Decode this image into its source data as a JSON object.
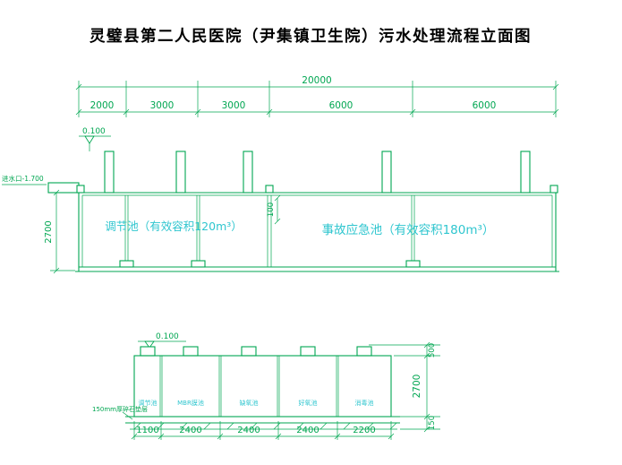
{
  "title": "灵璧县第二人民医院（尹集镇卫生院）污水处理流程立面图",
  "colors": {
    "line_green": "#00a651",
    "label_cyan": "#2fc6cf",
    "title_black": "#000000"
  },
  "upper": {
    "total_dim": "20000",
    "segments": [
      "2000",
      "3000",
      "3000",
      "6000",
      "6000"
    ],
    "level_mark": "0.100",
    "inlet_label": "进水口-1.700",
    "height_dim": "2700",
    "freeboard_dim": "100",
    "tank1_label": "调节池（有效容积120m³）",
    "tank2_label": "事故应急池（有效容积180m³）"
  },
  "lower": {
    "level_mark": "0.100",
    "compartments": [
      "调节池",
      "MBR膜池",
      "缺氧池",
      "好氧池",
      "消毒池"
    ],
    "bottom_dims": [
      "1100",
      "2400",
      "2400",
      "2400",
      "2200"
    ],
    "right_dims": [
      "500",
      "2700",
      "150"
    ],
    "base_note": "150mm厚碎石垫层"
  }
}
